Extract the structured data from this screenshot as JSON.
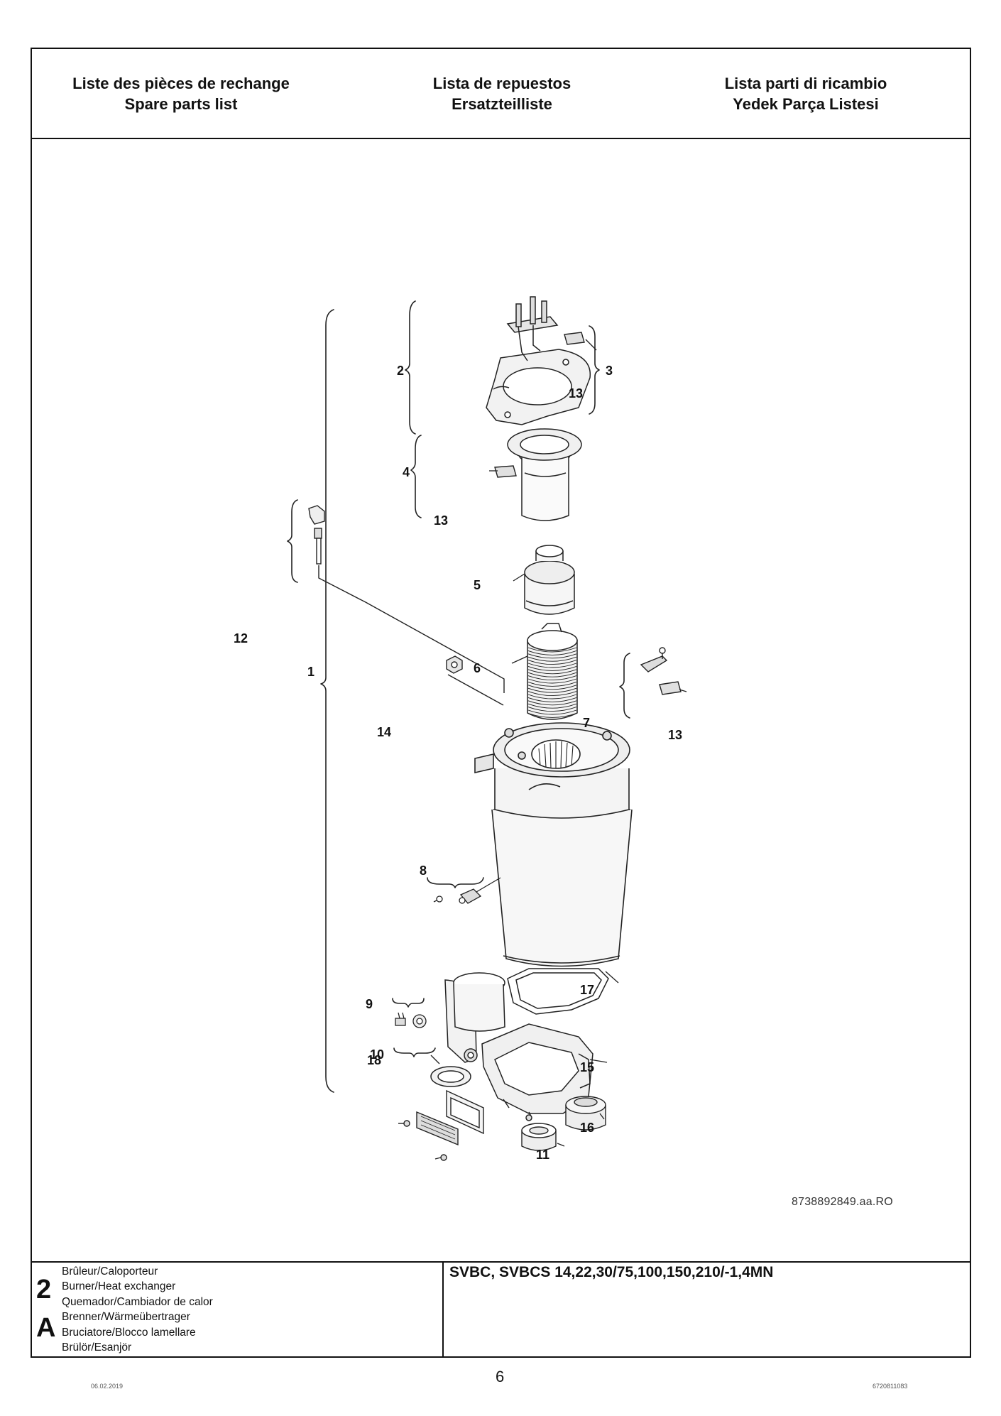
{
  "header": {
    "col1": {
      "line1": "Liste des pièces de rechange",
      "line2": "Spare parts list"
    },
    "col2": {
      "line1": "Lista de repuestos",
      "line2": "Ersatzteilliste"
    },
    "col3": {
      "line1": "Lista parti di ricambio",
      "line2": "Yedek Parça Listesi"
    }
  },
  "diagram": {
    "doc_ref": "8738892849.aa.RO",
    "callouts": [
      "1",
      "2",
      "3",
      "4",
      "5",
      "6",
      "7",
      "8",
      "9",
      "10",
      "11",
      "12",
      "13",
      "14",
      "15",
      "16",
      "17",
      "18"
    ]
  },
  "footer": {
    "group_number": "2",
    "group_letter": "A",
    "names": [
      "Brûleur/Caloporteur",
      "Burner/Heat exchanger",
      "Quemador/Cambiador de calor",
      "Brenner/Wärmeübertrager",
      "Bruciatore/Blocco lamellare",
      "Brülör/Esanjör"
    ],
    "models": "SVBC, SVBCS 14,22,30/75,100,150,210/-1,4MN"
  },
  "page": {
    "date": "06.02.2019",
    "number": "6",
    "doc_number": "6720811083"
  }
}
